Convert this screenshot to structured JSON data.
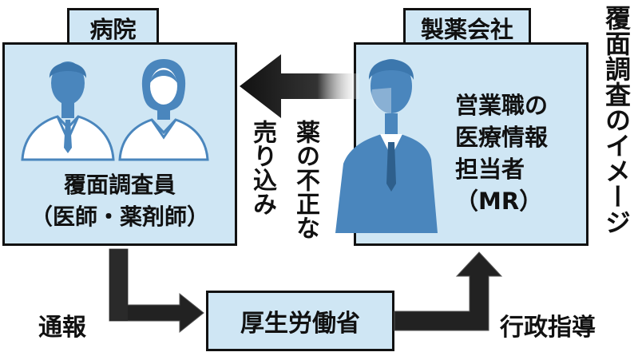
{
  "title": "覆面調査のイメージ",
  "hospital": {
    "name": "病院",
    "investigator_line1": "覆面調査員",
    "investigator_line2": "（医師・薬剤師）"
  },
  "pharma": {
    "name": "製薬会社",
    "mr_line1": "営業職の",
    "mr_line2": "医療情報",
    "mr_line3": "担当者",
    "mr_line4": "（MR）"
  },
  "ministry": {
    "name": "厚生労働省"
  },
  "flows": {
    "improper_sales_col1": "薬の不正な",
    "improper_sales_col2": "売り込み",
    "report": "通報",
    "guidance": "行政指導"
  },
  "colors": {
    "box_fill": "#cfe6f4",
    "figure_blue": "#4a86bd",
    "figure_white": "#ffffff",
    "arrow_dark": "#1a1a1a"
  }
}
